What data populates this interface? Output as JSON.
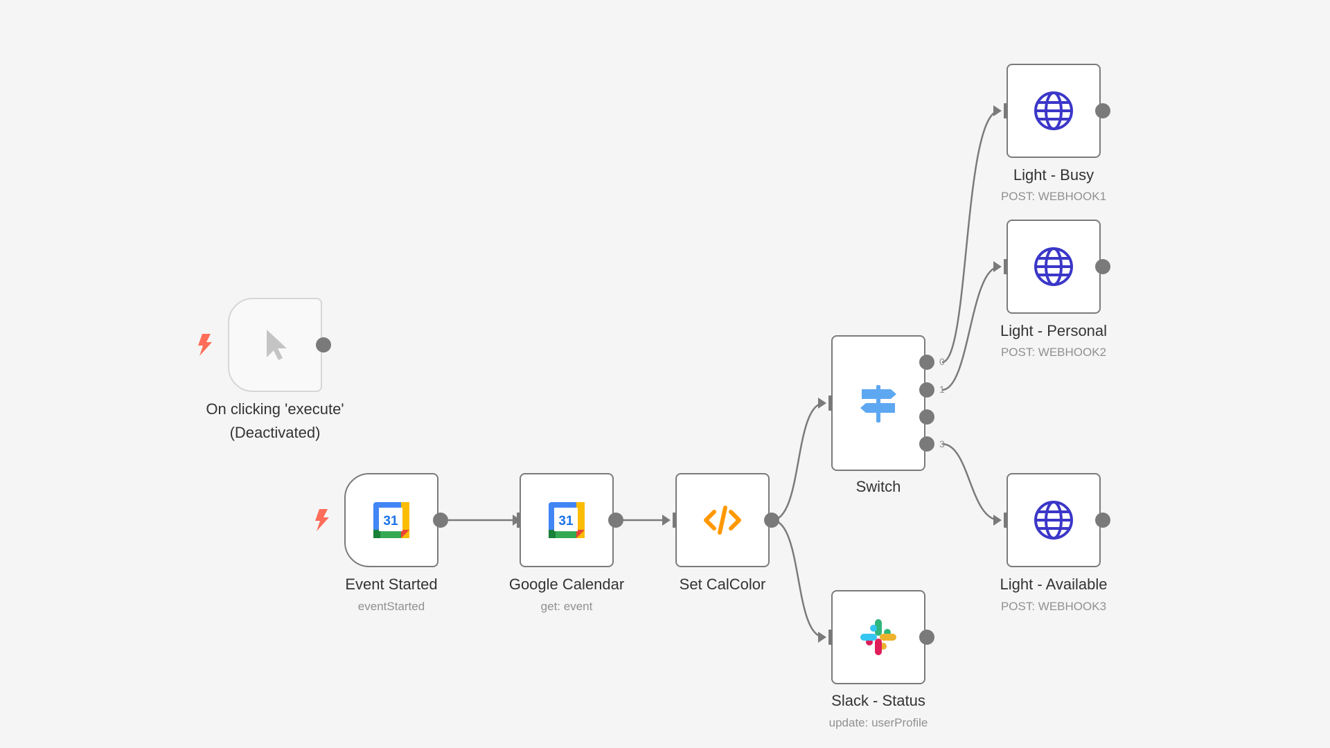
{
  "colors": {
    "canvas_bg": "#f5f5f5",
    "edge": "#7a7a7a",
    "trigger_bolt": "#ff6d5a",
    "http_globe": "#3b37c8",
    "code_icon": "#ff9800",
    "switch_icon": "#5ea8f2"
  },
  "nodes": {
    "manual_trigger": {
      "label_line1": "On clicking 'execute'",
      "label_line2": "(Deactivated)",
      "icon": "cursor-icon"
    },
    "event_started": {
      "label": "Event Started",
      "subtitle": "eventStarted",
      "icon": "google-calendar-icon",
      "calendar_day": "31"
    },
    "google_calendar": {
      "label": "Google Calendar",
      "subtitle": "get: event",
      "icon": "google-calendar-icon",
      "calendar_day": "31"
    },
    "set_calcolor": {
      "label": "Set CalColor",
      "icon": "code-icon"
    },
    "switch": {
      "label": "Switch",
      "icon": "signpost-icon",
      "outputs": [
        "0",
        "1",
        "",
        "3"
      ]
    },
    "light_busy": {
      "label": "Light - Busy",
      "subtitle": "POST: WEBHOOK1",
      "icon": "globe-icon"
    },
    "light_personal": {
      "label": "Light - Personal",
      "subtitle": "POST: WEBHOOK2",
      "icon": "globe-icon"
    },
    "light_available": {
      "label": "Light - Available",
      "subtitle": "POST: WEBHOOK3",
      "icon": "globe-icon"
    },
    "slack_status": {
      "label": "Slack - Status",
      "subtitle": "update: userProfile",
      "icon": "slack-icon"
    }
  },
  "connections": [
    [
      "event_started",
      "google_calendar"
    ],
    [
      "google_calendar",
      "set_calcolor"
    ],
    [
      "set_calcolor",
      "switch"
    ],
    [
      "set_calcolor",
      "slack_status"
    ],
    [
      "switch:0",
      "light_busy"
    ],
    [
      "switch:1",
      "light_personal"
    ],
    [
      "switch:3",
      "light_available"
    ]
  ]
}
